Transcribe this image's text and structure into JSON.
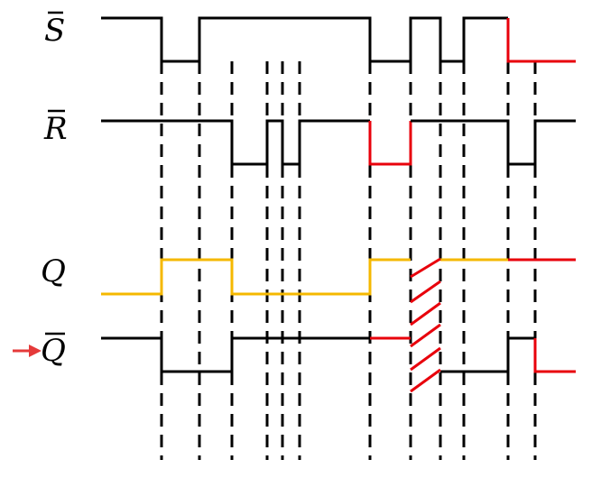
{
  "signals": {
    "s_bar": {
      "label": "S",
      "overbar": true
    },
    "r_bar": {
      "label": "R",
      "overbar": true
    },
    "q": {
      "label": "Q",
      "overbar": false
    },
    "q_bar": {
      "label": "Q",
      "overbar": true
    }
  },
  "colors": {
    "waveform": "#000000",
    "q_output": "#f5b800",
    "highlight": "#e8000b",
    "arrow": "#e53a3a",
    "guide": "#000000"
  },
  "marker": {
    "type": "right-arrow",
    "points_to": "q_bar"
  }
}
